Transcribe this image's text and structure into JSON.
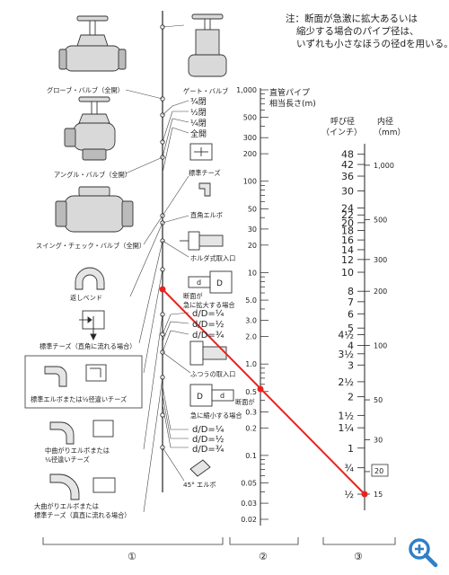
{
  "note_lines": [
    "注：断面が急激に拡大あるいは",
    "縮少する場合のパイプ径は、",
    "いずれも小さなほうの径dを用いる。"
  ],
  "fittings_left": {
    "globe_valve": "グローブ・バルブ（全開）",
    "angle_valve": "アングル・バルブ（全開）",
    "swing_check": "スイング・チェック・バルブ（全開）",
    "return_bend": "返しベンド",
    "tee_side": "標準チーズ（直角に流れる場合）",
    "elbow_box": "標準エルボまたは½径違いチーズ",
    "medium_elbow_1": "中曲がりエルボまたは",
    "medium_elbow_2": "¼径違いチーズ",
    "long_elbow_1": "大曲がりエルボまたは",
    "long_elbow_2": "標準チーズ（真直に流れる場合）"
  },
  "fittings_mid": {
    "gate_valve": "ゲート・バルブ",
    "open_34": "¾閉",
    "open_12": "½閉",
    "open_14": "¼閉",
    "full_open": "全開",
    "std_tee": "標準チーズ",
    "square_elbow": "直角エルボ",
    "holder_inlet": "ホルダ式取入口",
    "sudden_enlarge_1": "断面が",
    "sudden_enlarge_2": "急に拡大する場合",
    "dD1": "d/D=¼",
    "dD2": "d/D=½",
    "dD3": "d/D=¾",
    "normal_inlet": "ふつうの取入口",
    "sudden_contract_1": "断面が",
    "sudden_contract_2": "急に縮小する場合",
    "dD4": "d/D=¼",
    "dD5": "d/D=½",
    "dD6": "d/D=¾",
    "elbow45": "45° エルボ"
  },
  "scale_length": {
    "title_1": "直管パイプ",
    "title_2": "相当長さ(m)",
    "labels": [
      "1,000",
      "500",
      "300",
      "200",
      "100",
      "50",
      "30",
      "20",
      "10",
      "5.0",
      "3.0",
      "2.0",
      "1.0",
      "0.5",
      "0.3",
      "0.2",
      "0.1",
      "0.05",
      "0.03",
      "0.02"
    ]
  },
  "scale_diameter": {
    "title_nominal_1": "呼び径",
    "title_nominal_2": "（インチ）",
    "title_inner_1": "内径",
    "title_inner_2": "（mm）",
    "inch_labels": [
      "48",
      "42",
      "36",
      "30",
      "24",
      "22",
      "20",
      "18",
      "16",
      "14",
      "12",
      "10",
      "8",
      "7",
      "6",
      "5",
      "4½",
      "4",
      "3½",
      "3",
      "2½",
      "2",
      "1½",
      "1¼",
      "1",
      "¾",
      "½"
    ],
    "mm_labels": [
      "1,000",
      "500",
      "300",
      "200",
      "100",
      "50",
      "30",
      "20",
      "15"
    ],
    "boxed_mm": "20"
  },
  "section_marks": [
    "①",
    "②",
    "③"
  ],
  "colors": {
    "line": "#e8231e",
    "ink": "#222222",
    "zoom": "#2f7fc8"
  },
  "example_line": {
    "fitting_scale_point": "断面が急に拡大する場合 d/D=¼",
    "length_m": 0.5,
    "nominal_inch": "½",
    "inner_mm": 15
  },
  "icons": [
    "zoom-in-icon"
  ]
}
